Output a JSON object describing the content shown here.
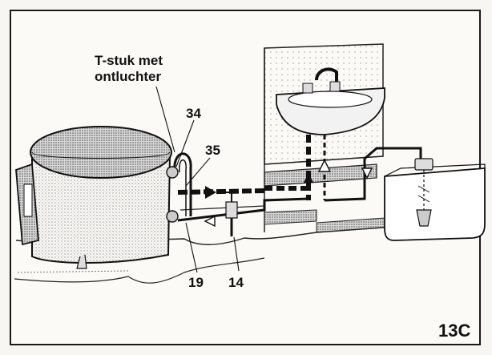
{
  "caption": {
    "line1": "T-stuk met",
    "line2": "ontluchter"
  },
  "callouts": {
    "c34": "34",
    "c35": "35",
    "c19": "19",
    "c14": "14"
  },
  "figure_id": "13C",
  "colors": {
    "ink": "#111111",
    "stipple": "#9a9a9a",
    "paper": "#fbfaf7"
  }
}
